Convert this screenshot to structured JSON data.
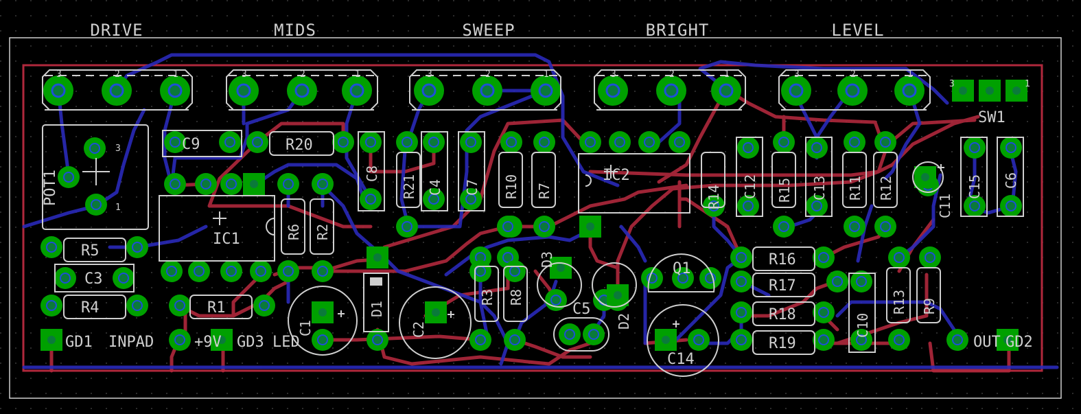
{
  "headers": [
    "DRIVE",
    "MIDS",
    "SWEEP",
    "BRIGHT",
    "LEVEL"
  ],
  "pot_pin_numbers": [
    "3",
    "2",
    "1"
  ],
  "switch": {
    "name": "SW1",
    "pin_left": "3",
    "pin_right": "1"
  },
  "parts": {
    "pot1": "POT1",
    "c9": "C9",
    "r20": "R20",
    "c8": "C8",
    "r21": "R21",
    "c4": "C4",
    "c7": "C7",
    "r10": "R10",
    "r7": "R7",
    "ic2": "IC2",
    "r14": "R14",
    "c12": "C12",
    "r15": "R15",
    "c13": "C13",
    "r11": "R11",
    "r12": "R12",
    "c11": "C11",
    "c15": "C15",
    "c6": "C6",
    "ic1": "IC1",
    "r6": "R6",
    "r2": "R2",
    "r5": "R5",
    "c3": "C3",
    "r4": "R4",
    "r1": "R1",
    "c1": "C1",
    "d1": "D1",
    "c2": "C2",
    "r3": "R3",
    "r8": "R8",
    "d3": "D3",
    "c5": "C5",
    "d2": "D2",
    "q1": "Q1",
    "c14": "C14",
    "r16": "R16",
    "r17": "R17",
    "r18": "R18",
    "r19": "R19",
    "c10": "C10",
    "r13": "R13",
    "r9": "R9"
  },
  "pads": {
    "gd1": "GD1",
    "inpad": "INPAD",
    "plus9v": "+9V",
    "gd3": "GD3",
    "led": "LED",
    "out": "OUT",
    "gd2": "GD2"
  },
  "pot1_marks": {
    "pin3": "3",
    "pin1": "1"
  },
  "colors": {
    "background": "#000000",
    "top_copper": "#b0283c",
    "bottom_copper": "#2a2ab8",
    "pad": "#00a000",
    "drill": "#0a7a3a",
    "silkscreen": "#cfcfcf"
  }
}
